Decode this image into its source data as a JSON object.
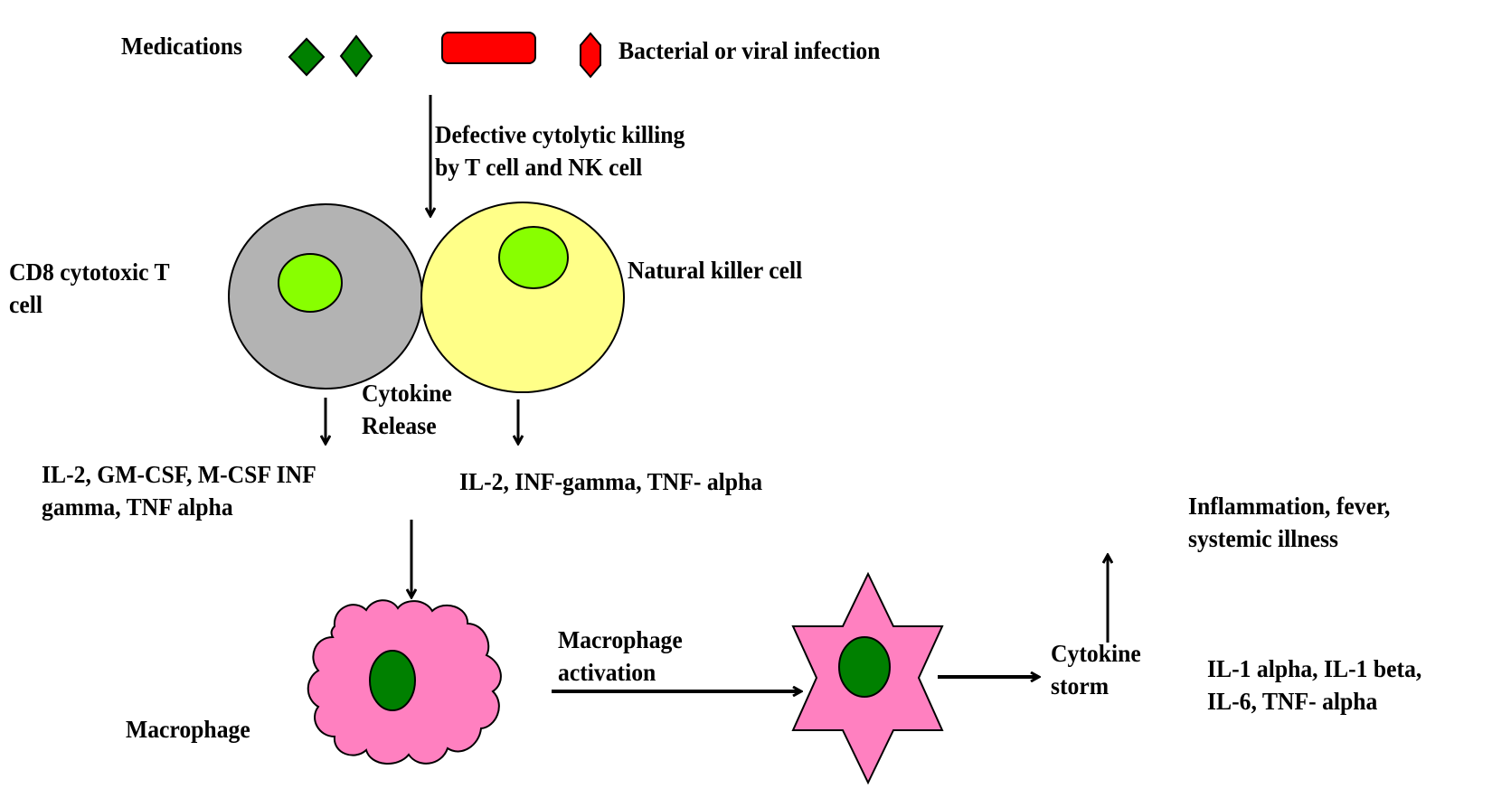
{
  "colors": {
    "medication": "#008000",
    "infection": "#ff0000",
    "t_cell": "#b3b3b3",
    "nk_cell": "#ffff88",
    "nucleus_light": "#88ff00",
    "nucleus_dark": "#008000",
    "macrophage": "#ff80c0",
    "stroke": "#000000"
  },
  "labels": {
    "medications": "Medications",
    "infection": "Bacterial or viral infection",
    "defective_killing": "Defective cytolytic killing\nby T cell and NK cell",
    "cd8_cell": "CD8 cytotoxic T\ncell",
    "nk_cell": "Natural killer cell",
    "cytokine_release": "Cytokine\nRelease",
    "t_cell_cytokines": "IL-2, GM-CSF, M-CSF INF\ngamma, TNF alpha",
    "nk_cell_cytokines": "IL-2, INF-gamma, TNF- alpha",
    "macrophage": "Macrophage",
    "macrophage_activation": "Macrophage\nactivation",
    "cytokine_storm": "Cytokine\nstorm",
    "storm_cytokines": "IL-1 alpha, IL-1 beta,\nIL-6, TNF- alpha",
    "outcome": "Inflammation, fever,\nsystemic illness"
  }
}
